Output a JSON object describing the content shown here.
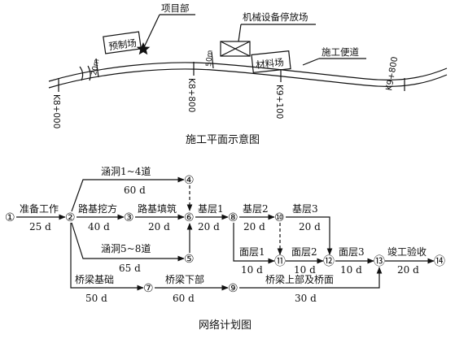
{
  "site_plan": {
    "caption": "施工平面示意图",
    "labels": {
      "project_dept": "项目部",
      "machinery_yard": "机械设备停放场",
      "access_road": "施工便道",
      "precast_yard": "预制场",
      "material_yard": "材料场",
      "dist_20m": "20m",
      "dist_50m": "50m"
    },
    "stations": {
      "k8_000": "K8+000",
      "k8_800": "K8+800",
      "k9_100": "K9+100",
      "k9_800": "K9+800"
    }
  },
  "network": {
    "caption": "网络计划图",
    "nodes": {
      "n1": "①",
      "n2": "②",
      "n3": "③",
      "n4": "④",
      "n5": "⑤",
      "n6": "⑥",
      "n7": "⑦",
      "n8": "⑧",
      "n9": "⑨",
      "n10": "⑩",
      "n11": "⑪",
      "n12": "⑫",
      "n13": "⑬",
      "n14": "⑭"
    },
    "activities": {
      "prep": {
        "name": "准备工作",
        "duration": "25 d"
      },
      "excavation": {
        "name": "路基挖方",
        "duration": "40 d"
      },
      "fill": {
        "name": "路基填筑",
        "duration": "20 d"
      },
      "culvert_a": {
        "name": "涵洞1~4道",
        "duration": "60 d"
      },
      "culvert_b": {
        "name": "涵洞5~8道",
        "duration": "65 d"
      },
      "base1": {
        "name": "基层1",
        "duration": "20 d"
      },
      "base2": {
        "name": "基层2",
        "duration": "20 d"
      },
      "base3": {
        "name": "基层3",
        "duration": "20 d"
      },
      "surface1": {
        "name": "面层1",
        "duration": "10 d"
      },
      "surface2": {
        "name": "面层2",
        "duration": "10 d"
      },
      "surface3": {
        "name": "面层3",
        "duration": "10 d"
      },
      "acceptance": {
        "name": "竣工验收",
        "duration": "20 d"
      },
      "bridge_found": {
        "name": "桥梁基础",
        "duration": "50 d"
      },
      "bridge_sub": {
        "name": "桥梁下部",
        "duration": "60 d"
      },
      "bridge_super": {
        "name": "桥梁上部及桥面",
        "duration": "30 d"
      }
    }
  }
}
